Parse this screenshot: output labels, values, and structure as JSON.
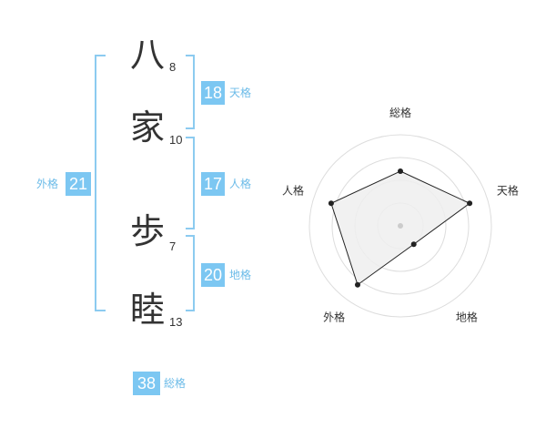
{
  "name": {
    "chars": [
      {
        "char": "八",
        "strokes": "8"
      },
      {
        "char": "家",
        "strokes": "10"
      },
      {
        "char": "歩",
        "strokes": "7"
      },
      {
        "char": "睦",
        "strokes": "13"
      }
    ]
  },
  "kaku": {
    "ten": {
      "value": "18",
      "label": "天格"
    },
    "jin": {
      "value": "17",
      "label": "人格"
    },
    "chi": {
      "value": "20",
      "label": "地格"
    },
    "gai": {
      "value": "21",
      "label": "外格"
    },
    "sou": {
      "value": "38",
      "label": "総格"
    }
  },
  "chart_data": {
    "type": "radar",
    "axes": [
      "総格",
      "天格",
      "地格",
      "外格",
      "人格"
    ],
    "values": [
      0.6,
      0.8,
      0.25,
      0.8,
      0.8
    ],
    "rings": 4,
    "max": 1,
    "colors": {
      "fill": "#eeeeee",
      "line": "#222222",
      "ring": "#dddddd",
      "center": "#cccccc"
    }
  }
}
